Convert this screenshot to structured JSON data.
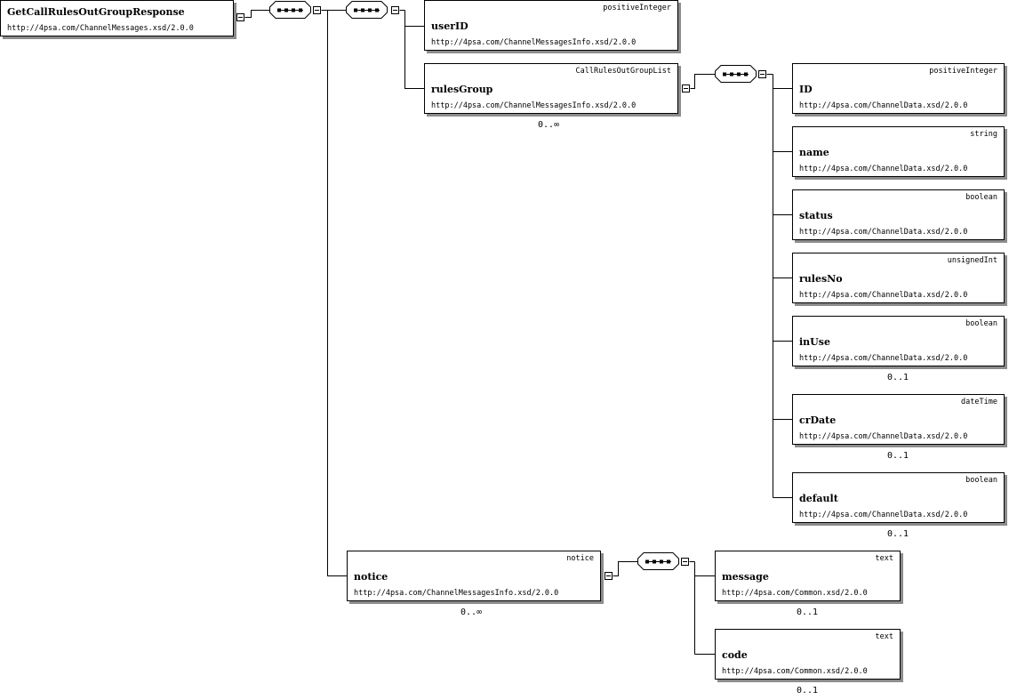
{
  "root": {
    "name": "GetCallRulesOutGroupResponse",
    "ns": "http://4psa.com/ChannelMessages.xsd/2.0.0"
  },
  "userID": {
    "type": "positiveInteger",
    "name": "userID",
    "ns": "http://4psa.com/ChannelMessagesInfo.xsd/2.0.0"
  },
  "rulesGroup": {
    "type": "CallRulesOutGroupList",
    "name": "rulesGroup",
    "ns": "http://4psa.com/ChannelMessagesInfo.xsd/2.0.0",
    "card": "0..∞"
  },
  "group_fields": [
    {
      "type": "positiveInteger",
      "name": "ID",
      "ns": "http://4psa.com/ChannelData.xsd/2.0.0",
      "card": ""
    },
    {
      "type": "string",
      "name": "name",
      "ns": "http://4psa.com/ChannelData.xsd/2.0.0",
      "card": ""
    },
    {
      "type": "boolean",
      "name": "status",
      "ns": "http://4psa.com/ChannelData.xsd/2.0.0",
      "card": ""
    },
    {
      "type": "unsignedInt",
      "name": "rulesNo",
      "ns": "http://4psa.com/ChannelData.xsd/2.0.0",
      "card": ""
    },
    {
      "type": "boolean",
      "name": "inUse",
      "ns": "http://4psa.com/ChannelData.xsd/2.0.0",
      "card": "0..1"
    },
    {
      "type": "dateTime",
      "name": "crDate",
      "ns": "http://4psa.com/ChannelData.xsd/2.0.0",
      "card": "0..1"
    },
    {
      "type": "boolean",
      "name": "default",
      "ns": "http://4psa.com/ChannelData.xsd/2.0.0",
      "card": "0..1"
    }
  ],
  "notice": {
    "type": "notice",
    "name": "notice",
    "ns": "http://4psa.com/ChannelMessagesInfo.xsd/2.0.0",
    "card": "0..∞"
  },
  "notice_fields": [
    {
      "type": "text",
      "name": "message",
      "ns": "http://4psa.com/Common.xsd/2.0.0",
      "card": "0..1"
    },
    {
      "type": "text",
      "name": "code",
      "ns": "http://4psa.com/Common.xsd/2.0.0",
      "card": "0..1"
    }
  ]
}
